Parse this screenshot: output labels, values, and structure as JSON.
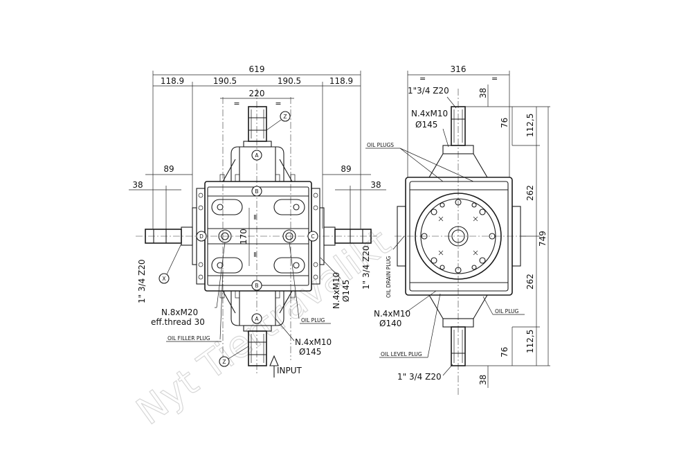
{
  "watermark": "Nyt Tiertravalikt",
  "dimensions": {
    "overall_width": "619",
    "side_left": "118.9",
    "mid_left": "190.5",
    "mid_right": "190.5",
    "side_right": "118.9",
    "top_width": "220",
    "shaft_len_left": "89",
    "shaft_len_right": "89",
    "key_left": "38",
    "key_right": "38",
    "center_170": "170",
    "eq": "=",
    "side_view_width": "316",
    "key_top": "38",
    "shoulder_top": "76",
    "top_112": "112,5",
    "upper_262": "262",
    "total_749": "749",
    "lower_262": "262",
    "bottom_112": "112,5",
    "shoulder_bottom": "76",
    "key_bottom": "38"
  },
  "labels": {
    "spline_left": "1\" 3/4 Z20",
    "spline_right": "1\" 3/4 Z20",
    "spline_side_top": "1\"3/4 Z20",
    "spline_side_bottom": "1\" 3/4 Z20",
    "bolt_n8": "N.8xM20",
    "eff_thread": "eff.thread 30",
    "oil_filler": "OIL FILLER PLUG",
    "oil_plug_front": "OIL PLUG",
    "n4_front_bottom": "N.4xM10",
    "dia145_front_bottom": "Ø145",
    "n4_front_right": "N.4xM10",
    "dia145_front_right": "Ø145",
    "input": "INPUT",
    "n4_side_top": "N.4xM10",
    "dia145_side_top": "Ø145",
    "oil_plugs": "OIL PLUGS",
    "oil_drain": "OIL DRAIN PLUG",
    "n4_side_bottom": "N.4xM10",
    "dia140": "Ø140",
    "oil_plug_side": "OIL PLUG",
    "oil_level": "OIL LEVEL PLUG"
  },
  "callouts": {
    "z_top": "Z",
    "z_bottom": "Z",
    "a_top": "A",
    "a_bottom": "A",
    "b_top": "B",
    "b_bottom": "B",
    "c": "C",
    "d": "D",
    "x": "X"
  }
}
